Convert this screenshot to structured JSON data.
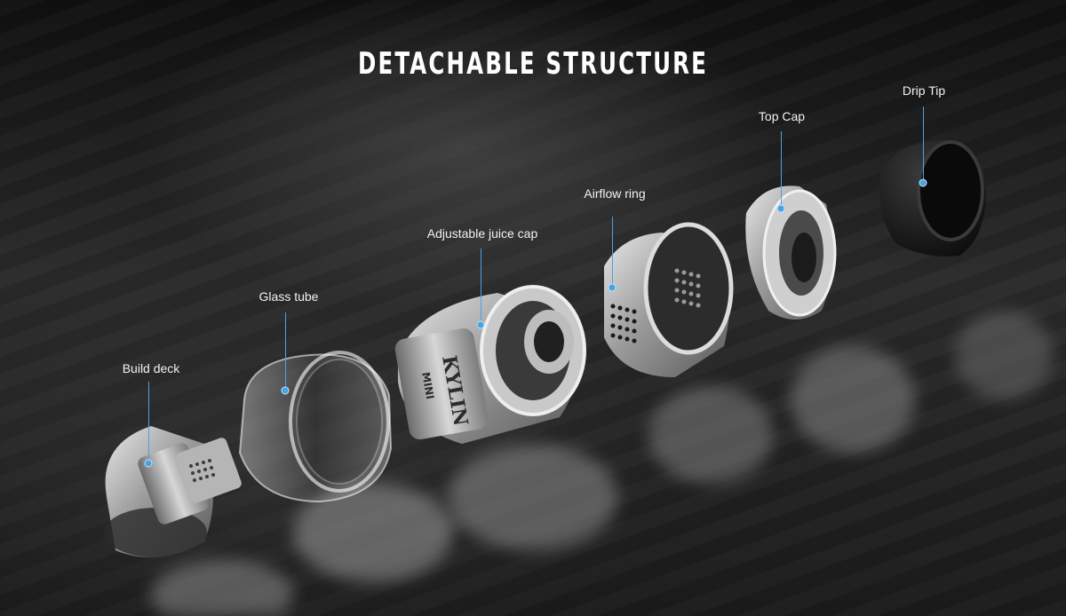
{
  "title": "DETACHABLE STRUCTURE",
  "parts": [
    {
      "id": "build_deck",
      "label": "Build deck"
    },
    {
      "id": "glass_tube",
      "label": "Glass tube"
    },
    {
      "id": "adjustable_juice_cap",
      "label": "Adjustable juice cap"
    },
    {
      "id": "airflow_ring",
      "label": "Airflow ring"
    },
    {
      "id": "top_cap",
      "label": "Top Cap"
    },
    {
      "id": "drip_tip",
      "label": "Drip Tip"
    }
  ],
  "juice_cap_text": {
    "brand": "KYLIN",
    "model": "MINI"
  },
  "accent_color": "#4aa3df"
}
